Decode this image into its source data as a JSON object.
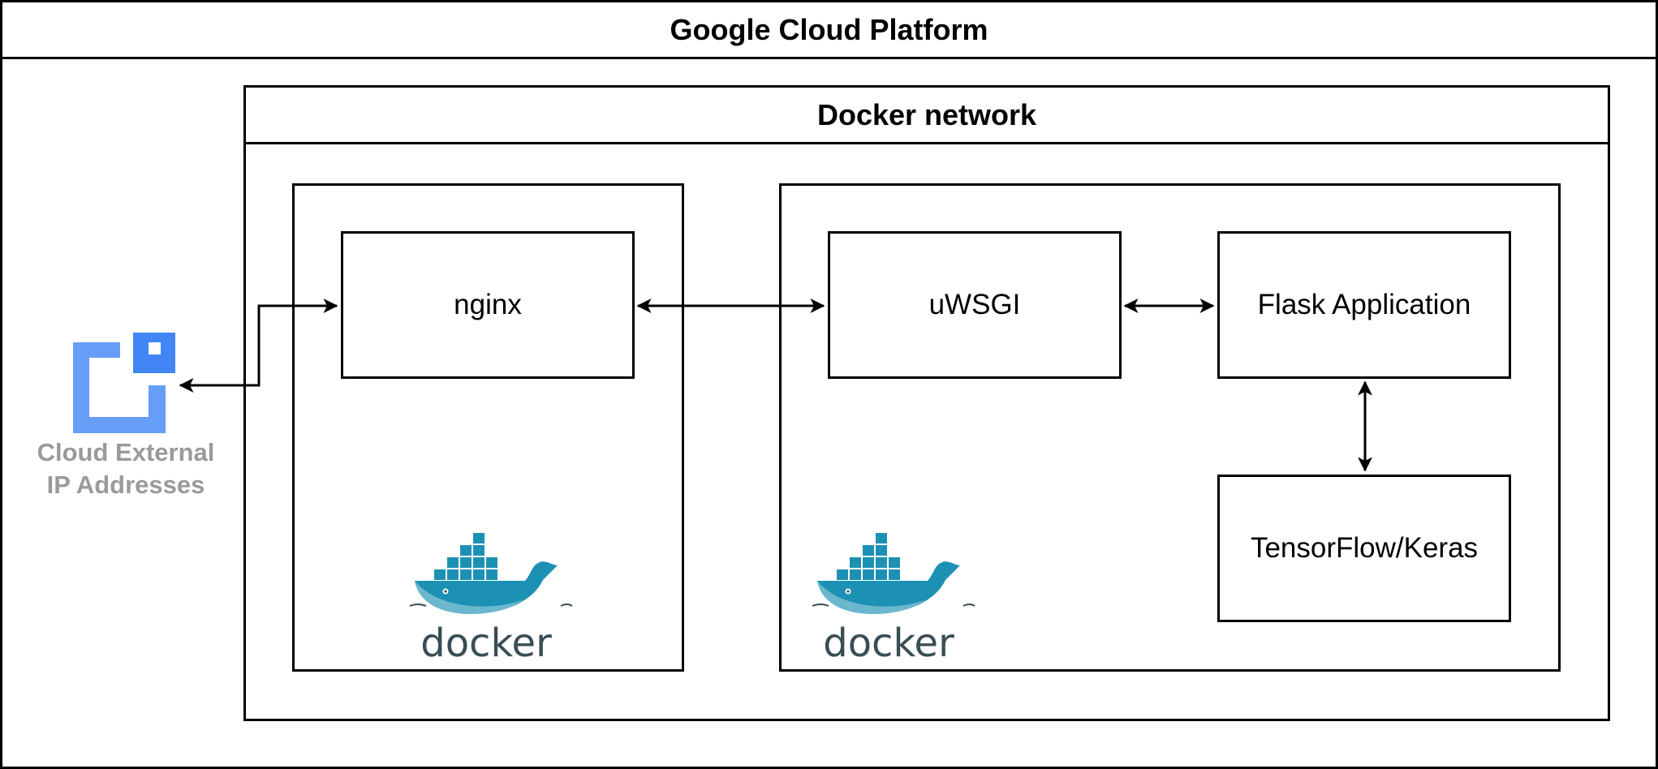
{
  "gcp": {
    "title": "Google Cloud Platform"
  },
  "docker_network": {
    "title": "Docker network"
  },
  "external_ip": {
    "line1": "Cloud External",
    "line2": "IP Addresses",
    "icon": "cloud-external-ip-icon",
    "color_light": "#669df6",
    "color_dark": "#4285f4"
  },
  "nodes": {
    "nginx": "nginx",
    "uwsgi": "uWSGI",
    "flask": "Flask Application",
    "tensorflow": "TensorFlow/Keras"
  },
  "docker_logo": {
    "word": "docker",
    "icon": "docker-whale-icon",
    "color_blue": "#1d91b4",
    "color_text": "#394d54"
  }
}
